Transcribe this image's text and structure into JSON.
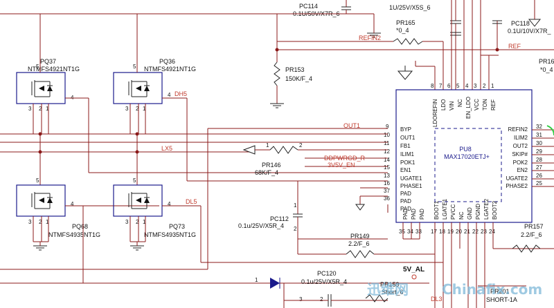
{
  "components": {
    "pc114": {
      "ref": "PC114",
      "value": "0.1U/50V/X7R_6"
    },
    "pc_top": {
      "value": "1U/25V/X5S_6"
    },
    "pc118": {
      "ref": "PC118",
      "value": "0.1U/10V/X7R_"
    },
    "pr165": {
      "ref": "PR165",
      "value": "*0_4"
    },
    "pr153": {
      "ref": "PR153",
      "value": "150K/F_4"
    },
    "pr16x": {
      "ref": "PR16",
      "value": "*0_4"
    },
    "pq37": {
      "ref": "PQ37",
      "part": "NTMFS4921NT1G"
    },
    "pq36": {
      "ref": "PQ36",
      "part": "NTMFS4921NT1G"
    },
    "pq68": {
      "ref": "PQ68",
      "part": "NTMFS4935NT1G"
    },
    "pq73": {
      "ref": "PQ73",
      "part": "NTMFS4935NT1G"
    },
    "pr146": {
      "ref": "PR146",
      "value": "68K/F_4"
    },
    "pc112": {
      "ref": "PC112",
      "value": "0.1u/25V/X5R_4"
    },
    "pr149": {
      "ref": "PR149",
      "value": "2.2/F_6"
    },
    "pr157": {
      "ref": "PR157",
      "value": "2.2/F_6"
    },
    "pc120": {
      "ref": "PC120",
      "value": "0.1u/25V/X5R_4"
    },
    "pr159": {
      "ref": "PR159",
      "value": "Short_6"
    },
    "pr201": {
      "ref": "PR201",
      "value": "SHORT-1A"
    },
    "pu8": {
      "ref": "PU8",
      "part": "MAX17020ETJ+"
    }
  },
  "nets": {
    "refin2": "REFIN2",
    "ref": "REF",
    "dh5": "DH5",
    "lx5": "LX5",
    "dl5": "DL5",
    "out1": "OUT1",
    "ddpwrgd": "DDPWRGD_R",
    "v3v5en": "3V5V_EN",
    "v5al": "5V_AL",
    "dl3": "DL3"
  },
  "ic": {
    "left_pins": [
      {
        "name": "BYP",
        "num": "9"
      },
      {
        "name": "OUT1",
        "num": "10"
      },
      {
        "name": "FB1",
        "num": "11"
      },
      {
        "name": "ILIM1",
        "num": "12"
      },
      {
        "name": "POK1",
        "num": "14"
      },
      {
        "name": "EN1",
        "num": "15"
      },
      {
        "name": "UGATE1",
        "num": "13"
      },
      {
        "name": "PHASE1",
        "num": "16"
      },
      {
        "name": "PAD",
        "num": "37"
      },
      {
        "name": "PAD",
        "num": "36"
      },
      {
        "name": "PAD",
        "num": ""
      }
    ],
    "right_pins": [
      {
        "name": "REFIN2",
        "num": "32"
      },
      {
        "name": "ILIM2",
        "num": "31"
      },
      {
        "name": "OUT2",
        "num": "30"
      },
      {
        "name": "SKIP#",
        "num": "29"
      },
      {
        "name": "POK2",
        "num": "28"
      },
      {
        "name": "EN2",
        "num": "27"
      },
      {
        "name": "UGATE2",
        "num": "26"
      },
      {
        "name": "PHASE2",
        "num": "25"
      }
    ],
    "top_pins": [
      {
        "name": "LDOREFIN",
        "num": "8"
      },
      {
        "name": "LDO",
        "num": "7"
      },
      {
        "name": "VIN",
        "num": "6"
      },
      {
        "name": "NC",
        "num": "5"
      },
      {
        "name": "EN_LDO",
        "num": "4"
      },
      {
        "name": "VCC",
        "num": "3"
      },
      {
        "name": "TON",
        "num": "2"
      },
      {
        "name": "REF",
        "num": "1"
      }
    ],
    "bottom_pins": [
      {
        "name": "PAD",
        "num": "35"
      },
      {
        "name": "PAD",
        "num": "34"
      },
      {
        "name": "PAD",
        "num": "33"
      },
      {
        "name": "BOOT1",
        "num": "17"
      },
      {
        "name": "LGATE1",
        "num": "18"
      },
      {
        "name": "PVCC",
        "num": "19"
      },
      {
        "name": "NC",
        "num": "20"
      },
      {
        "name": "GND",
        "num": "21"
      },
      {
        "name": "PGND",
        "num": "22"
      },
      {
        "name": "LGATE2",
        "num": "23"
      },
      {
        "name": "BOOT2",
        "num": "24"
      }
    ]
  },
  "mosfet_pins": {
    "gate": "4",
    "drain": "5",
    "s1": "3",
    "s2": "2",
    "s3": "1"
  },
  "pr146_pins": {
    "p1": "1",
    "p2": "2"
  },
  "pc112_pins": {
    "p1": "1",
    "p2": "2"
  },
  "pc120_pins": {
    "p1": "3",
    "p2": "2"
  },
  "diode_pin": "1",
  "watermark": {
    "left": "迅维网",
    "right": "Chinafix.com"
  }
}
